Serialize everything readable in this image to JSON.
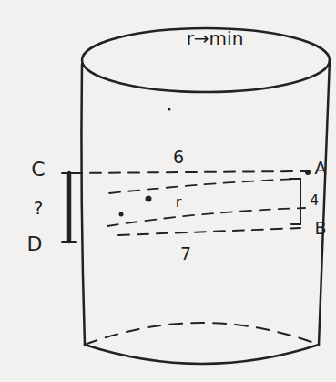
{
  "diagram": {
    "labels": [
      "r→min",
      "C",
      "6",
      "A",
      "?",
      "4",
      "r",
      "D",
      "7",
      "B"
    ]
  }
}
